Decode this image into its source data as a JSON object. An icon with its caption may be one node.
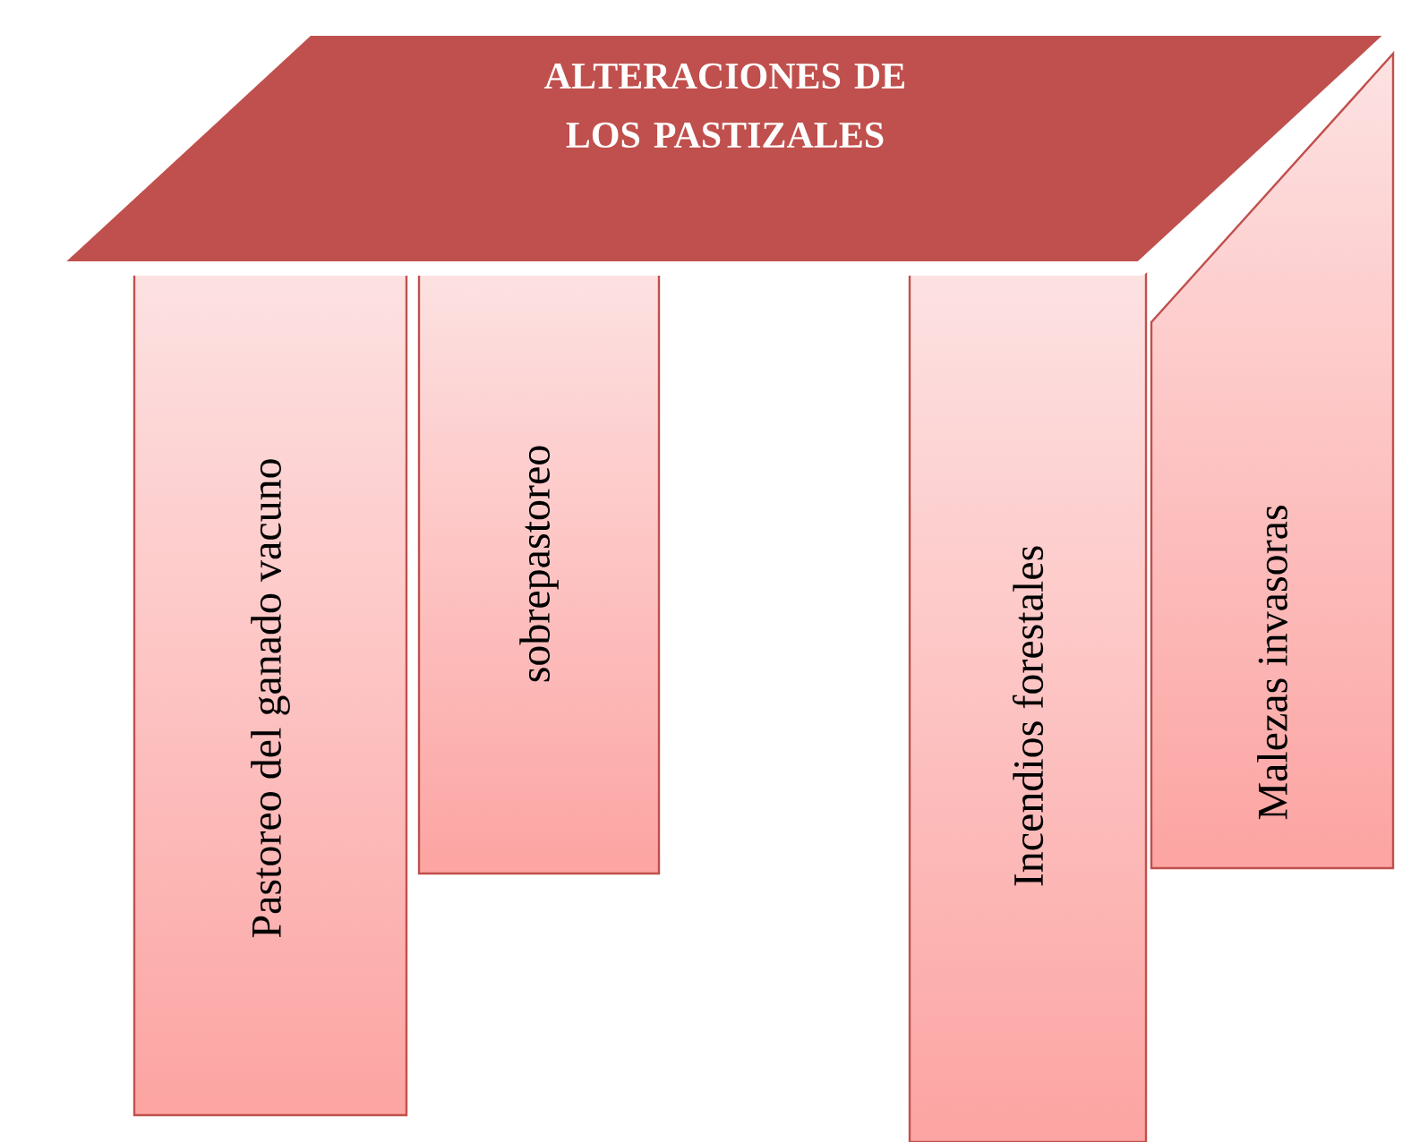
{
  "diagram": {
    "nodes": [
      {
        "text": [
          "ALTERACIONES DE LOS PASTIZALES"
        ]
      },
      {
        "text": [
          "Pastoreo del ganado vacuno"
        ]
      },
      {
        "text": [
          "sobrepastoreo"
        ]
      },
      {
        "text": [
          "Incendios forestales"
        ]
      },
      {
        "text": [
          "Malezas invasoras"
        ]
      }
    ]
  }
}
